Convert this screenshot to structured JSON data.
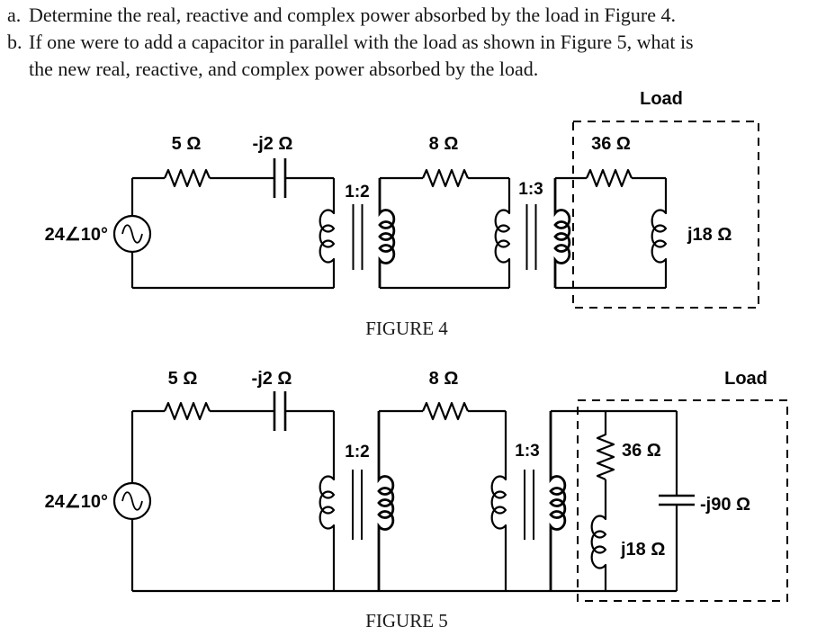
{
  "problem": {
    "item_a": {
      "marker": "a.",
      "text": "Determine the real, reactive and complex power absorbed by the load in Figure 4."
    },
    "item_b": {
      "marker": "b.",
      "line1": "If one were to add a capacitor in parallel with the load as shown in Figure 5, what is",
      "line2": "the new real, reactive, and complex power absorbed by the load."
    }
  },
  "figure4": {
    "caption": "FIGURE 4",
    "load_label": "Load",
    "source_label": "24∠10°",
    "series_resistor": "5 Ω",
    "series_capacitor": "-j2 Ω",
    "transformer1_ratio": "1:2",
    "middle_resistor": "8 Ω",
    "transformer2_ratio": "1:3",
    "load_resistor": "36 Ω",
    "load_inductor": "j18 Ω"
  },
  "figure5": {
    "caption": "FIGURE 5",
    "load_label": "Load",
    "source_label": "24∠10°",
    "series_resistor": "5 Ω",
    "series_capacitor": "-j2 Ω",
    "transformer1_ratio": "1:2",
    "middle_resistor": "8 Ω",
    "transformer2_ratio": "1:3",
    "load_resistor": "36 Ω",
    "load_inductor": "j18 Ω",
    "load_capacitor": "-j90 Ω"
  }
}
